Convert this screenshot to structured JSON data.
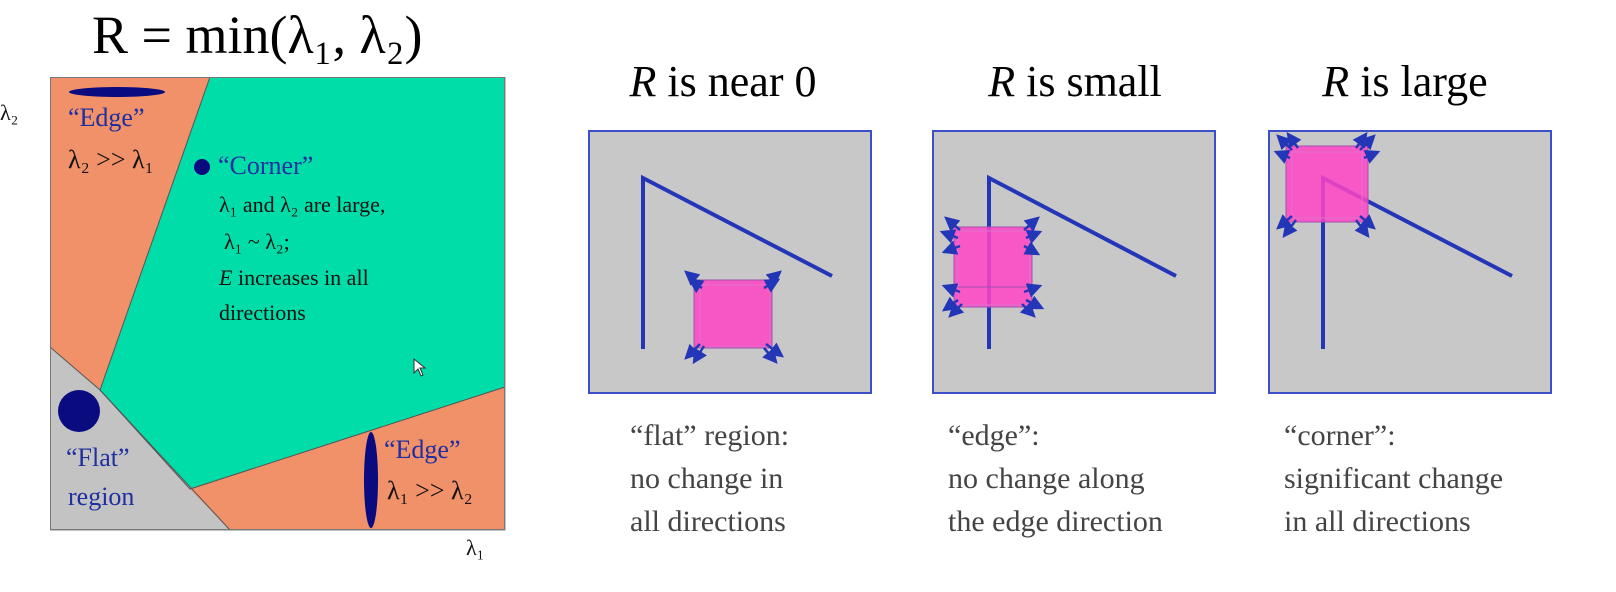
{
  "formula": "R = min(λ₁, λ₂)",
  "axes": {
    "y_label": "λ₂",
    "x_label": "λ₁"
  },
  "regions": {
    "edge_top": {
      "name": "“Edge”",
      "relation": "λ₂ >> λ₁"
    },
    "corner": {
      "name": "“Corner”",
      "line1": "λ₁ and λ₂ are large,",
      "line2": "λ₁ ~ λ₂;",
      "line3_var": "E",
      "line3_rest": " increases in all",
      "line4": "directions"
    },
    "flat": {
      "line1": "“Flat”",
      "line2": "region"
    },
    "edge_bottom": {
      "name": "“Edge”",
      "relation": "λ₁ >> λ₂"
    }
  },
  "colors": {
    "edge_region": "#f0916a",
    "corner_region": "#00dda8",
    "flat_region": "#c3c3c3",
    "ellipse": "#0b0b80",
    "panel_bg": "#c8c8c8",
    "panel_border": "#3a4fc8",
    "window": "#ff44c4",
    "line": "#2436b8"
  },
  "panels": [
    {
      "title_var": "R",
      "title_rest": " is near 0",
      "caption": [
        "“flat” region:",
        "no change in",
        "all directions"
      ]
    },
    {
      "title_var": "R",
      "title_rest": " is small",
      "caption": [
        "“edge”:",
        "no change along",
        "the edge direction"
      ]
    },
    {
      "title_var": "R",
      "title_rest": " is large",
      "caption": [
        "“corner”:",
        "significant change",
        "in all directions"
      ]
    }
  ]
}
